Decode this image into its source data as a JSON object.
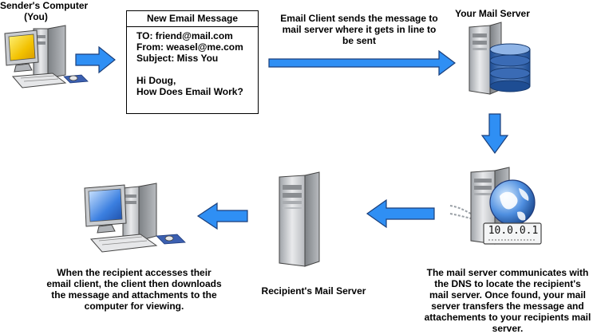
{
  "sender": {
    "label_lines": [
      "Sender's Computer",
      "(You)"
    ]
  },
  "email": {
    "title": "New Email Message",
    "to": "TO: friend@mail.com",
    "from": "From: weasel@me.com",
    "subject": "Subject: Miss You",
    "greeting": "Hi Doug,",
    "question": "How Does Email Work?"
  },
  "send_step": {
    "lines": [
      "Email Client sends the message to",
      "mail server where it gets in line to",
      "be sent"
    ]
  },
  "your_server": {
    "label": "Your Mail Server"
  },
  "dns_step": {
    "ip": "10.0.0.1",
    "lines": [
      "The mail server communicates with",
      "the DNS to locate the recipient's",
      "mail server. Once found, your mail",
      "server transfers the message and",
      "attachements to your recipients mail",
      "server."
    ]
  },
  "recipient_server": {
    "label": "Recipient's Mail Server"
  },
  "recipient_step": {
    "lines": [
      "When the recipient accesses their",
      "email client, the client then downloads",
      "the message and attachments to the",
      "computer for viewing."
    ]
  },
  "colors": {
    "arrow_fill": "#2f8ff4",
    "arrow_stroke": "#1b3f7a",
    "db_blue": "#2a5fa8",
    "monitor_screen": "#f2c100"
  }
}
